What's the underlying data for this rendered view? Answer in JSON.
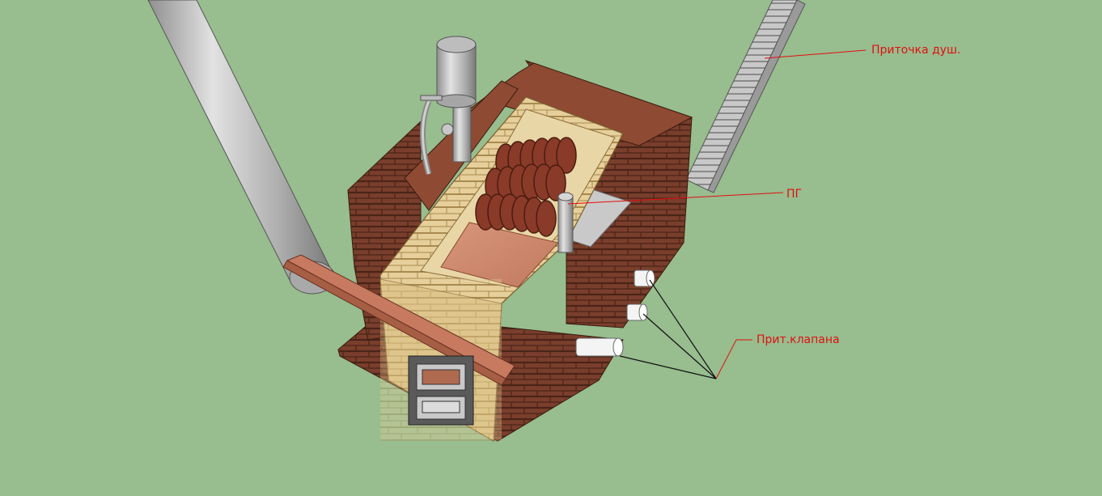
{
  "labels": {
    "shower_supply": "Приточка душ.",
    "pg": "ПГ",
    "supply_valves": "Прит.клапана"
  },
  "colors": {
    "background": "#98bd8f",
    "label": "#e01010",
    "leader_red": "#e01010",
    "leader_black": "#111111",
    "brick_red": "#7a3e2c",
    "brick_red_light": "#9a5238",
    "firebrick": "#e6cf9a",
    "firebrick_dark": "#c9ab6c",
    "pipe_grey": "#b8b8b8",
    "coil": "#8a3a28",
    "hearth": "#cf8a6c",
    "steel_band": "#c77a60"
  },
  "icons": {
    "chimney": "chimney-pipe",
    "heater_coil": "coil-element",
    "valve": "valve-cylinder"
  }
}
